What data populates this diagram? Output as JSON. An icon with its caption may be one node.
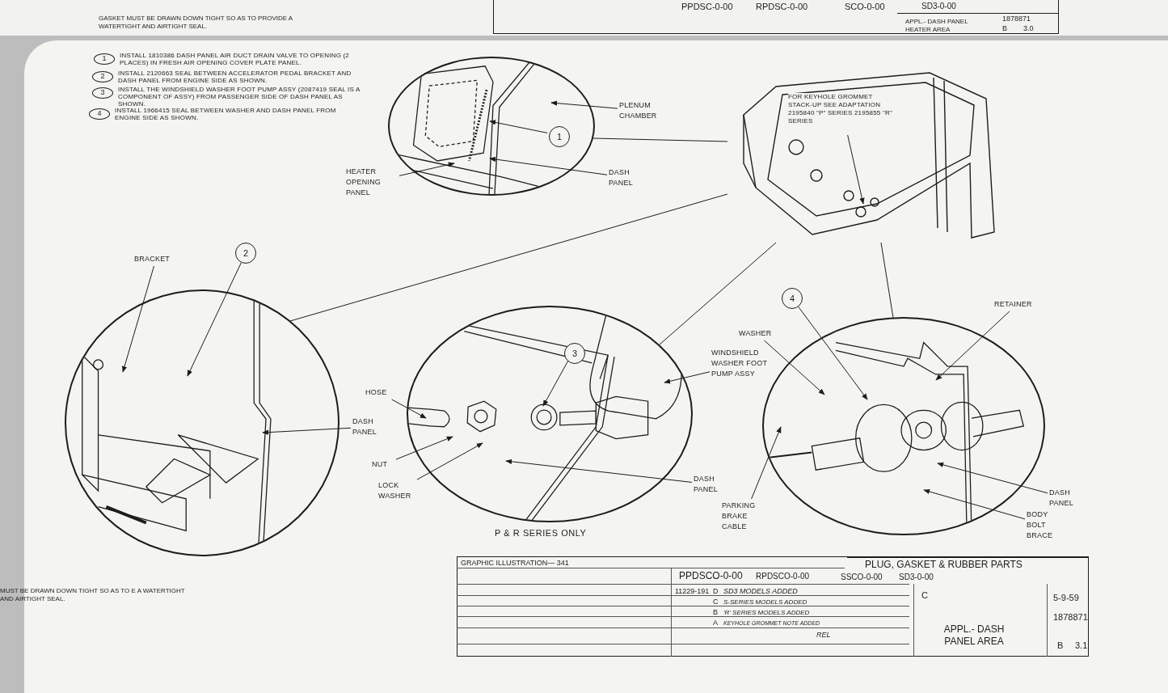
{
  "diagram": {
    "nodes": [
      {
        "text": [],
        "shape": "circle"
      },
      {
        "text": [],
        "shape": "circle"
      },
      {
        "text": [],
        "shape": "circle",
        "beside": [
          "P & R SERIES ONLY"
        ]
      },
      {
        "text": [],
        "shape": "circle"
      },
      {
        "text": [],
        "shape": "picture"
      },
      {
        "text": [
          "1"
        ],
        "in": 0
      },
      {
        "text": [
          "2"
        ]
      },
      {
        "text": [
          "3"
        ],
        "in": 2
      },
      {
        "text": [
          "4"
        ]
      },
      {
        "text": [
          "PLENUM CHAMBER"
        ]
      },
      {
        "text": [
          "HEATER OPENING PANEL"
        ]
      },
      {
        "text": [
          "DASH PANEL"
        ]
      },
      {
        "text": [
          "BRACKET"
        ]
      },
      {
        "text": [
          "DASH PANEL"
        ]
      },
      {
        "text": [
          "HOSE"
        ]
      },
      {
        "text": [
          "NUT"
        ]
      },
      {
        "text": [
          "LOCK WASHER"
        ]
      },
      {
        "text": [
          "WINDSHIELD WASHER FOOT PUMP ASSY"
        ]
      },
      {
        "text": [
          "DASH PANEL"
        ]
      },
      {
        "text": [
          "PARKING BRAKE CABLE"
        ]
      },
      {
        "text": [
          "WASHER"
        ]
      },
      {
        "text": [
          "RETAINER"
        ]
      },
      {
        "text": [
          "DASH PANEL"
        ]
      },
      {
        "text": [
          "BODY BOLT BRACE"
        ]
      },
      {
        "text": [
          "FOR KEYHOLE GROMMET STACK-UP SEE ADAPTATION 2195840 \"P\" SERIES 2195855 \"R\" SERIES"
        ],
        "in": 4
      },
      {
        "text": [
          "1"
        ],
        "beside": [
          "INSTALL 1810386 DASH PANEL AIR DUCT DRAIN VALVE TO OPENING (2 PLACES) IN FRESH AIR OPENING COVER PLATE PANEL."
        ]
      },
      {
        "text": [
          "2"
        ],
        "beside": [
          "INSTALL 2120663 SEAL BETWEEN ACCELERATOR PEDAL BRACKET AND DASH PANEL FROM ENGINE SIDE AS SHOWN."
        ]
      },
      {
        "text": [
          "3"
        ],
        "beside": [
          "INSTALL THE WINDSHIELD WASHER FOOT PUMP ASSY (2087419 SEAL IS A COMPONENT OF ASSY) FROM PASSENGER SIDE OF DASH PANEL AS SHOWN."
        ]
      },
      {
        "text": [
          "4"
        ],
        "beside": [
          "INSTALL 1966415 SEAL BETWEEN WASHER AND DASH PANEL FROM ENGINE SIDE AS SHOWN."
        ]
      }
    ],
    "edges": [
      {
        "from": 4,
        "to": 0,
        "arrow": "none"
      },
      {
        "from": 4,
        "to": 1,
        "arrow": "none"
      },
      {
        "from": 4,
        "to": 2,
        "arrow": "none"
      },
      {
        "from": 4,
        "to": 3,
        "arrow": "none"
      },
      {
        "from": 5,
        "to": 0,
        "arrow": "to"
      },
      {
        "from": 6,
        "to": 1,
        "arrow": "to"
      },
      {
        "from": 7,
        "to": 2,
        "arrow": "to"
      },
      {
        "from": 8,
        "to": 3,
        "arrow": "to"
      },
      {
        "from": 9,
        "to": 0,
        "arrow": "to"
      },
      {
        "from": 10,
        "to": 0,
        "arrow": "to"
      },
      {
        "from": 11,
        "to": 0,
        "arrow": "to"
      },
      {
        "from": 12,
        "to": 1,
        "arrow": "to"
      },
      {
        "from": 13,
        "to": 1,
        "arrow": "to"
      },
      {
        "from": 14,
        "to": 2,
        "arrow": "to"
      },
      {
        "from": 15,
        "to": 2,
        "arrow": "to"
      },
      {
        "from": 16,
        "to": 2,
        "arrow": "to"
      },
      {
        "from": 17,
        "to": 2,
        "arrow": "to"
      },
      {
        "from": 18,
        "to": 2,
        "arrow": "to"
      },
      {
        "from": 19,
        "to": 3,
        "arrow": "to"
      },
      {
        "from": 20,
        "to": 3,
        "arrow": "to"
      },
      {
        "from": 21,
        "to": 3,
        "arrow": "to"
      },
      {
        "from": 22,
        "to": 3,
        "arrow": "to"
      },
      {
        "from": 23,
        "to": 3,
        "arrow": "to"
      },
      {
        "from": 24,
        "to": 4,
        "arrow": "to"
      }
    ],
    "labels": [
      "GASKET MUST BE DRAWN DOWN TIGHT SO AS TO PROVIDE A WATERTIGHT AND AIRTIGHT SEAL.",
      "PPDSC-0-00",
      "RPDSC-0-00",
      "SCO-0-00",
      "SD3-0-00",
      "APPL.- DASH PANEL HEATER AREA",
      "1878871",
      "B",
      "3.0",
      "MUST BE DRAWN DOWN TIGHT SO AS TO E A WATERTIGHT AND AIRTIGHT SEAL.",
      "GRAPHIC ILLUSTRATION— 341",
      "PLUG, GASKET & RUBBER PARTS",
      "PPDSCO-0-00",
      "RPDSCO-0-00",
      "SSCO-0-00",
      "SD3-0-00",
      "11229-191",
      "D",
      "SD3 MODELS ADDED",
      "C",
      "S-SERIES MODELS ADDED",
      "B",
      "'R' SERIES MODELS ADDED",
      "A",
      "KEYHOLE GROMMET NOTE ADDED",
      "REL",
      "C",
      "5-9-59",
      "1878871",
      "APPL.- DASH PANEL AREA",
      "B",
      "3.1"
    ]
  }
}
